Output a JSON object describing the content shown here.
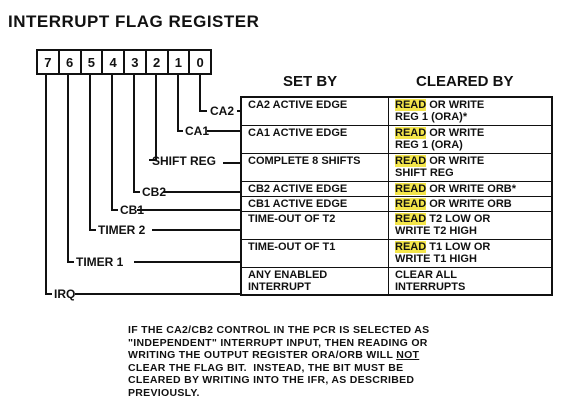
{
  "title": "INTERRUPT FLAG REGISTER",
  "bits": [
    "7",
    "6",
    "5",
    "4",
    "3",
    "2",
    "1",
    "0"
  ],
  "headers": {
    "set_by": "SET BY",
    "cleared_by": "CLEARED BY"
  },
  "rows": [
    {
      "label": "CA2",
      "set_by": "CA2 ACTIVE EDGE",
      "clear_hl": "READ",
      "clear_rest": " OR WRITE",
      "clear_line2": "REG 1 (ORA)*"
    },
    {
      "label": "CA1",
      "set_by": "CA1 ACTIVE EDGE",
      "clear_hl": "READ",
      "clear_rest": " OR WRITE",
      "clear_line2": "REG 1 (ORA)"
    },
    {
      "label": "SHIFT REG",
      "set_by": "COMPLETE 8 SHIFTS",
      "clear_hl": "READ",
      "clear_rest": " OR WRITE",
      "clear_line2": "SHIFT REG"
    },
    {
      "label": "CB2",
      "set_by": "CB2 ACTIVE EDGE",
      "clear_hl": "READ",
      "clear_rest": " OR WRITE ORB*",
      "clear_line2": ""
    },
    {
      "label": "CB1",
      "set_by": "CB1 ACTIVE EDGE",
      "clear_hl": "READ",
      "clear_rest": " OR WRITE ORB",
      "clear_line2": ""
    },
    {
      "label": "TIMER 2",
      "set_by": "TIME-OUT OF T2",
      "clear_hl": "READ",
      "clear_rest": " T2 LOW OR",
      "clear_line2": "WRITE T2 HIGH"
    },
    {
      "label": "TIMER 1",
      "set_by": "TIME-OUT OF T1",
      "clear_hl": "READ",
      "clear_rest": " T1 LOW OR",
      "clear_line2": "WRITE T1 HIGH"
    },
    {
      "label": "IRQ",
      "set_by": "ANY ENABLED",
      "set_by_line2": "INTERRUPT",
      "clear_hl": "",
      "clear_rest": "CLEAR ALL",
      "clear_line2": "INTERRUPTS"
    }
  ],
  "footnote": {
    "line1": "IF THE CA2/CB2 CONTROL IN THE PCR IS SELECTED AS",
    "line2": "\"INDEPENDENT\" INTERRUPT INPUT, THEN READING OR",
    "line3": "WRITING THE OUTPUT REGISTER ORA/ORB WILL ",
    "not": "NOT",
    "line4": "CLEAR THE FLAG BIT.  INSTEAD, THE BIT MUST BE",
    "line5": "CLEARED BY WRITING INTO THE IFR, AS DESCRIBED",
    "line6": "PREVIOUSLY."
  },
  "colors": {
    "highlight": "#f4e64a",
    "ink": "#111111",
    "background": "#ffffff"
  }
}
